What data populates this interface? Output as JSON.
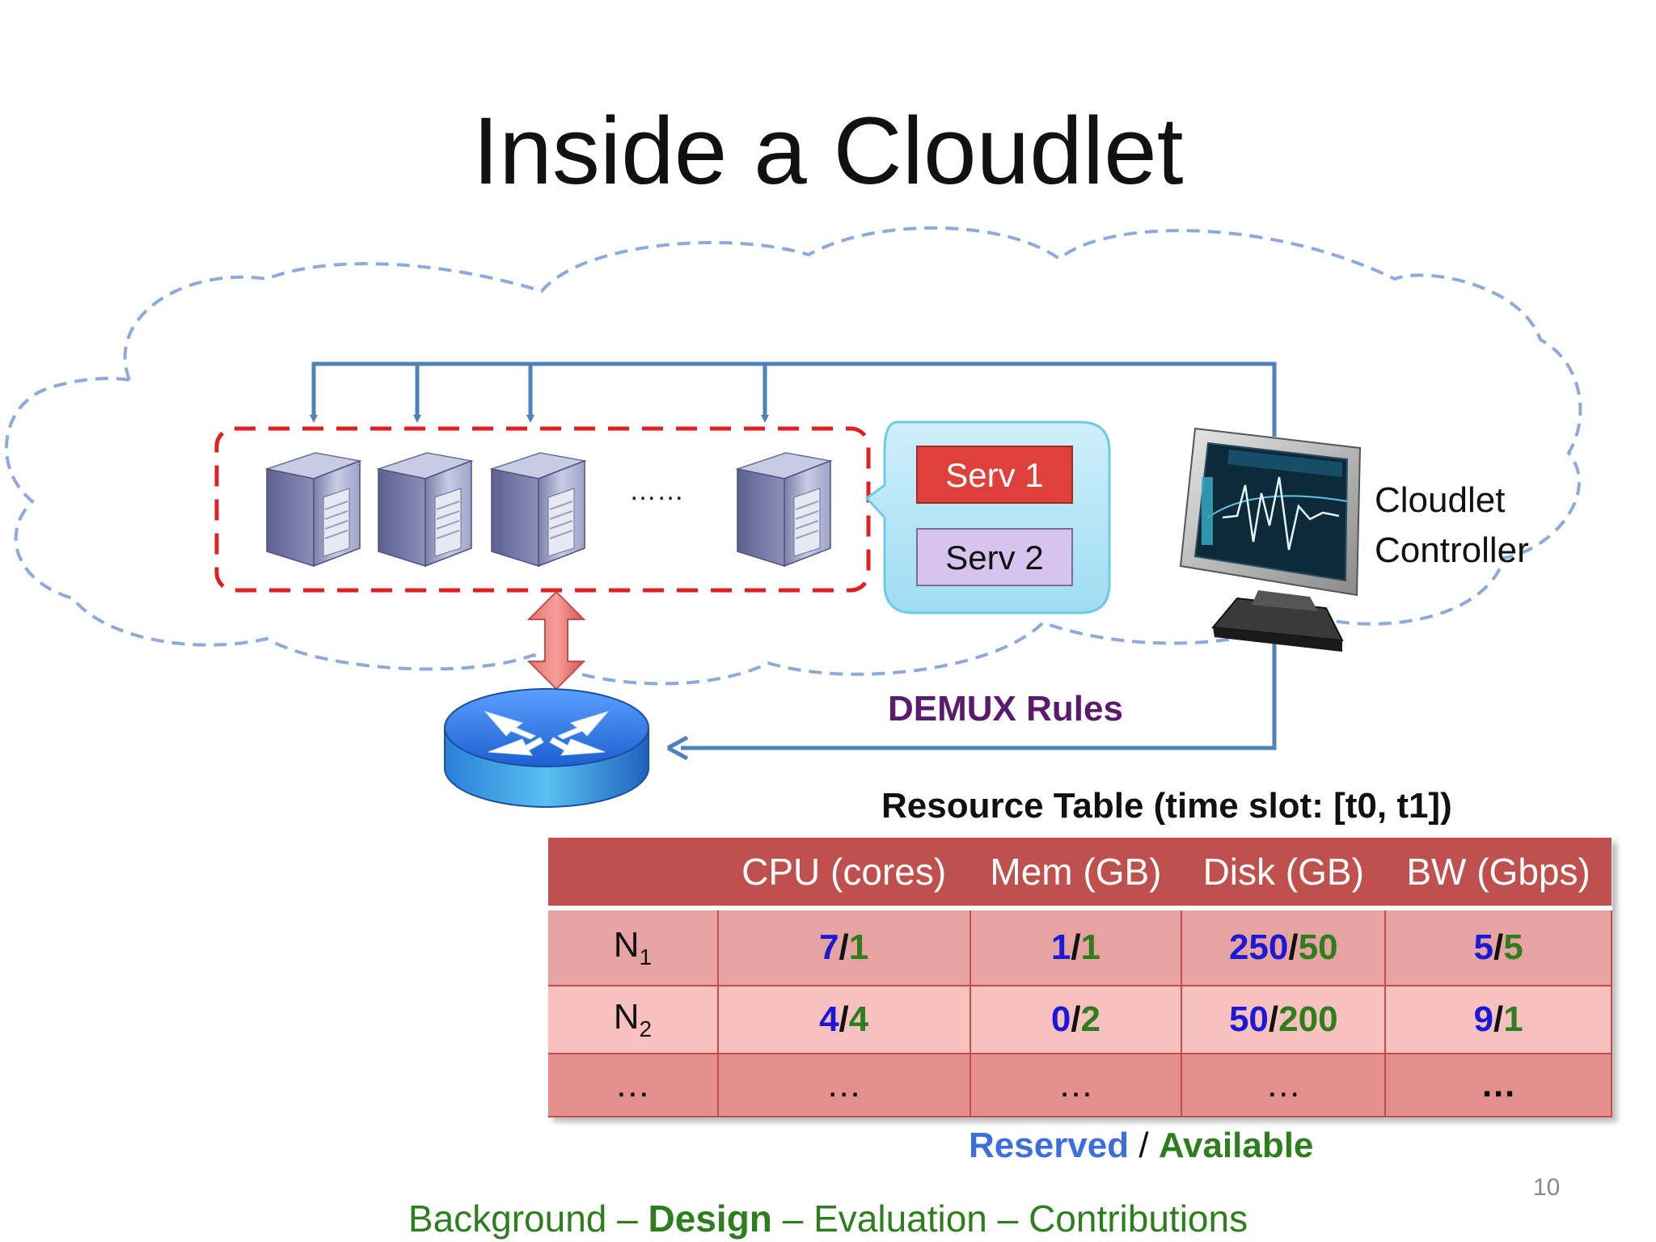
{
  "slide": {
    "title": "Inside a Cloudlet",
    "page_number": "10"
  },
  "diagram": {
    "server_ellipsis": "……",
    "services": [
      "Serv 1",
      "Serv 2"
    ],
    "controller_label_line1": "Cloudlet",
    "controller_label_line2": "Controller",
    "demux_label": "DEMUX Rules",
    "colors": {
      "cloud_dash": "#8eaadb",
      "server_group_dash": "#e02020",
      "control_line": "#4f81bd",
      "serv1": "#e0403b",
      "serv2": "#cbb6e6",
      "callout": "#b7e6f6",
      "router": "#1f6fe0",
      "bidirectional_arrow": "#e05a55"
    }
  },
  "resource_table": {
    "title": "Resource Table (time slot:  [t0, t1])",
    "columns": [
      "",
      "CPU (cores)",
      "Mem (GB)",
      "Disk (GB)",
      "BW (Gbps)"
    ],
    "rows": [
      {
        "node": "N",
        "sub": "1",
        "cells": [
          {
            "r": "7",
            "a": "1"
          },
          {
            "r": "1",
            "a": "1"
          },
          {
            "r": "250",
            "a": "50"
          },
          {
            "r": "5",
            "a": "5"
          }
        ]
      },
      {
        "node": "N",
        "sub": "2",
        "cells": [
          {
            "r": "4",
            "a": "4"
          },
          {
            "r": "0",
            "a": "2"
          },
          {
            "r": "50",
            "a": "200"
          },
          {
            "r": "9",
            "a": "1"
          }
        ]
      }
    ],
    "ellipsis_row": [
      "…",
      "…",
      "…",
      "…",
      "…"
    ],
    "separator": "/"
  },
  "legend": {
    "reserved": "Reserved",
    "separator": " / ",
    "available": "Available"
  },
  "footer": {
    "item1": "Background",
    "dash1": " – ",
    "item2": "Design",
    "dash2": " – ",
    "item3": "Evaluation",
    "dash3": " – ",
    "item4": "Contributions"
  }
}
